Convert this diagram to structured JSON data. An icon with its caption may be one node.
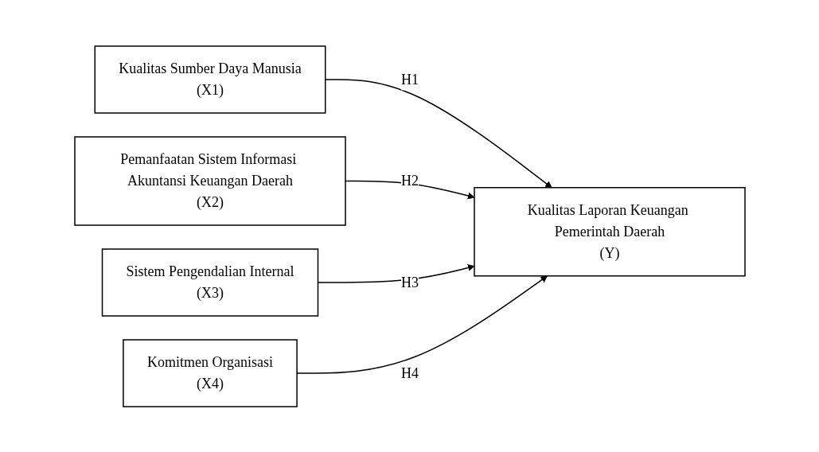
{
  "diagram": {
    "nodes": [
      {
        "text": [
          "Kualitas Sumber Daya Manusia",
          "(X1)"
        ]
      },
      {
        "text": [
          "Pemanfaatan Sistem Informasi Akuntansi Keuangan Daerah",
          "(X2)"
        ]
      },
      {
        "text": [
          "Sistem Pengendalian Internal",
          "(X3)"
        ]
      },
      {
        "text": [
          "Komitmen Organisasi",
          "(X4)"
        ]
      },
      {
        "text": [
          "Kualitas Laporan Keuangan Pemerintah Daerah",
          "(Y)"
        ]
      }
    ],
    "edges": [
      {
        "from": 0,
        "to": 4,
        "arrow": "to",
        "label": "H1"
      },
      {
        "from": 1,
        "to": 4,
        "arrow": "to",
        "label": "H2"
      },
      {
        "from": 2,
        "to": 4,
        "arrow": "to",
        "label": "H3"
      },
      {
        "from": 3,
        "to": 4,
        "arrow": "to",
        "label": "H4"
      }
    ]
  }
}
